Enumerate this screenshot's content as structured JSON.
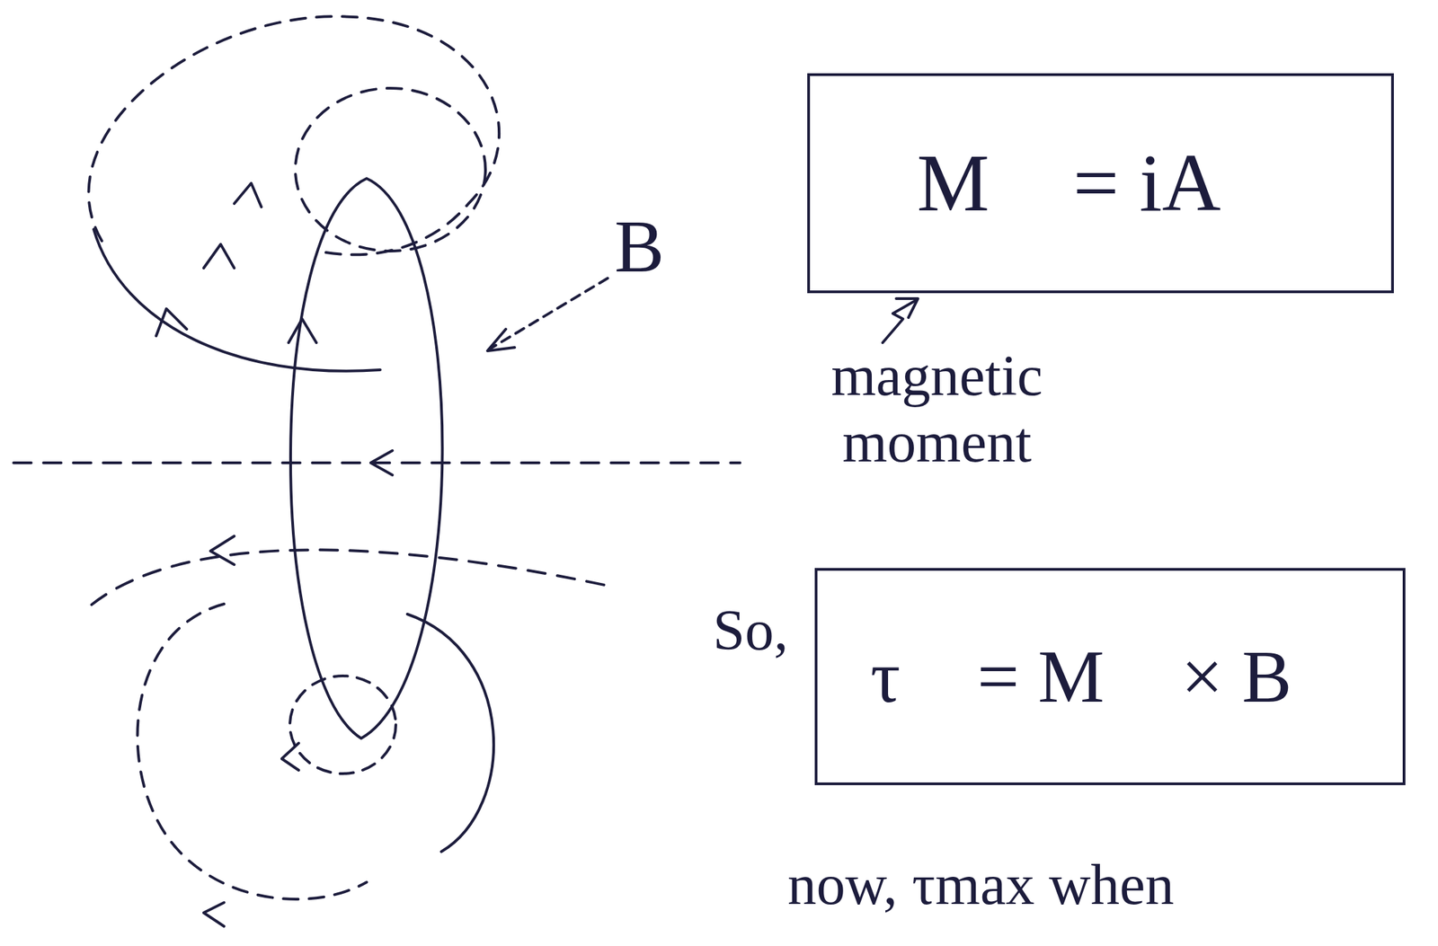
{
  "diagram": {
    "nodes": [
      {
        "text": [
          "M⃗ = iA⃗"
        ]
      },
      {
        "text": [
          "τ⃗ = M⃗ × B⃗"
        ]
      }
    ],
    "labels": [
      "B⃗",
      "magnetic moment",
      "So,",
      "now, τmax when"
    ]
  }
}
